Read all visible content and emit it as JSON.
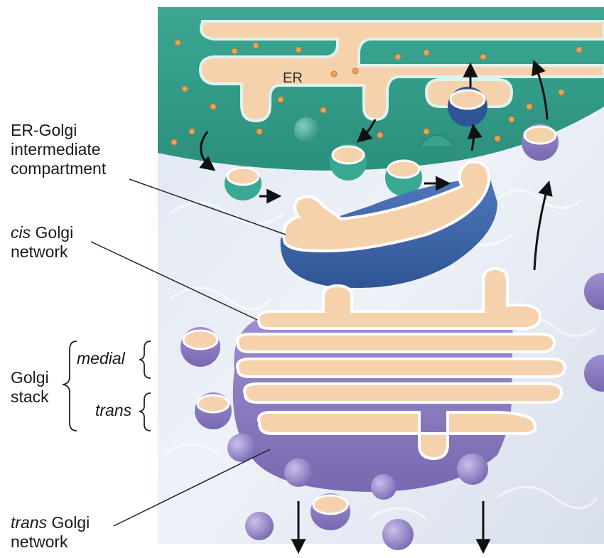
{
  "labels": {
    "er": "ER",
    "ergic": {
      "line1": "ER-Golgi",
      "line2": "intermediate",
      "line3": "compartment"
    },
    "cis": {
      "prefix": "cis",
      "suffix": " Golgi",
      "line2": "network"
    },
    "golgi_stack": {
      "line1": "Golgi",
      "line2": "stack"
    },
    "medial": "medial",
    "trans": "trans",
    "tgn": {
      "prefix": "trans",
      "suffix": " Golgi",
      "line2": "network"
    }
  },
  "colors": {
    "background": "#ffffff",
    "cytoplasm": "#e2e8f2",
    "er_membrane": "#2f9a86",
    "er_lumen": "#f6d2ac",
    "ergic_blue": "#3c64a8",
    "golgi_purple": "#8a7bc0",
    "vesicle_purple": "#9a8ccc",
    "ribosome": "#f0a058",
    "arrow": "#111111"
  }
}
